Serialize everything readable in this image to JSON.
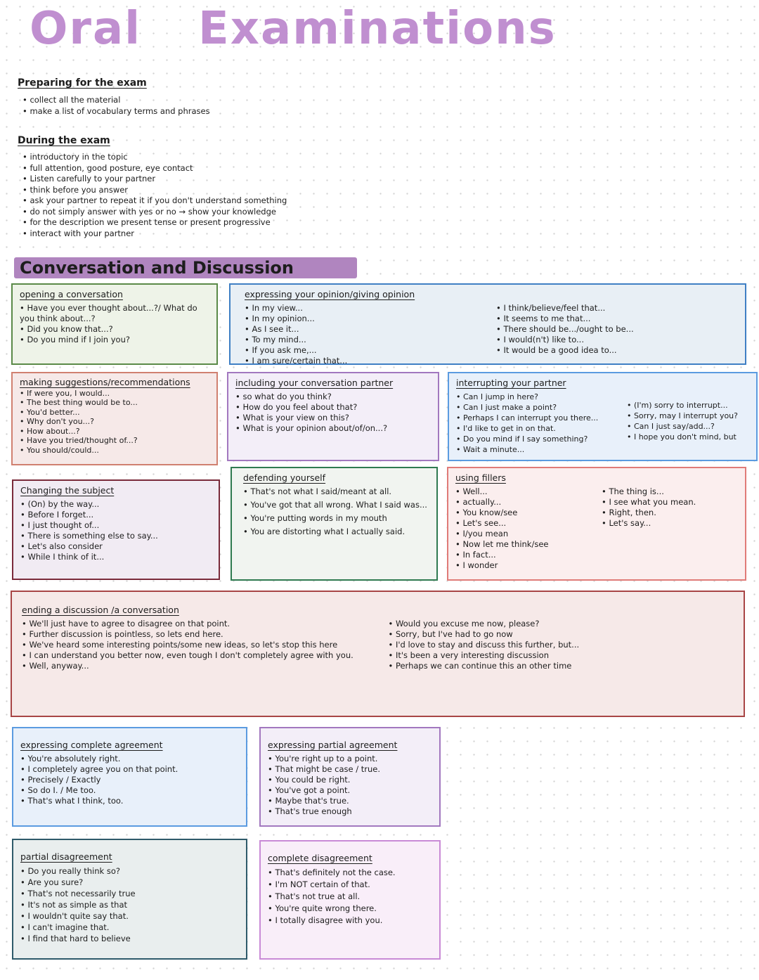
{
  "title": {
    "word1": "Oral",
    "word2": "Examinations"
  },
  "preparing": {
    "heading": "Preparing for the exam",
    "items": [
      "collect all the material",
      "make a list of vocabulary terms and phrases"
    ]
  },
  "during": {
    "heading": "During the exam",
    "items": [
      "introductory in the topic",
      "full attention, good posture, eye contact",
      "Listen carefully to your partner",
      "think before you answer",
      "ask your partner to repeat it if you don't understand something",
      "do not simply answer with yes or no → show your knowledge",
      "for the description we present tense or present progressive",
      "interact with your partner"
    ]
  },
  "banner": "Conversation and Discussion",
  "colors": {
    "title": "#c08fd0",
    "banner": "#b085bf",
    "green_border": "#5a8a48",
    "green_bg": "#eef3e8",
    "blue_border": "#3f7fc4",
    "blue_bg": "#e8eff5",
    "red_border": "#a84545",
    "red_bg": "#f6e9e8",
    "purple_border": "#a278bf",
    "purple_bg": "#f3eef8",
    "darkred_border": "#7a2a3a",
    "pink_border": "#c98ad6",
    "pink_bg": "#f9eef9",
    "gray_bg": "#e9eeee"
  },
  "boxes": {
    "opening": {
      "title": "opening a conversation",
      "items": [
        "Have you ever thought about...?/ What do you think about...?",
        "Did you know that...?",
        "Do you mind if I join you?"
      ]
    },
    "expressing_opinion": {
      "title": "expressing your opinion/giving opinion",
      "col1": [
        "In my view...",
        "In my opinion...",
        "As I see it...",
        "To my mind...",
        "If you ask me,...",
        "I am sure/certain that..."
      ],
      "col2": [
        "I think/believe/feel that...",
        "It seems to me that...",
        "There should be.../ought to be...",
        "I would(n't) like to...",
        "It would be a good idea to..."
      ]
    },
    "suggestions": {
      "title": "making suggestions/recommendations",
      "items": [
        "If were you, I would...",
        "The best thing would be to...",
        "You'd better...",
        "Why don't you...?",
        "How about...?",
        "Have you tried/thought of...?",
        "You should/could..."
      ]
    },
    "including": {
      "title": "including your conversation partner",
      "items": [
        "so what do you think?",
        "How do you feel about that?",
        "What is your view on this?",
        "What is your opinion about/of/on...?"
      ]
    },
    "interrupting": {
      "title": "interrupting your partner",
      "col1": [
        "Can I jump in here?",
        "Can I just make a point?",
        "Perhaps I can interrupt you there...",
        "I'd like to get in on that.",
        "Do you mind if I say something?",
        "Wait a minute..."
      ],
      "col2": [
        "(I'm) sorry to interrupt...",
        "Sorry, may I interrupt you?",
        "Can I just say/add...?",
        "I hope you don't mind, but"
      ]
    },
    "changing": {
      "title": "Changing the subject",
      "items": [
        "(On) by the way...",
        "Before I forget...",
        "I just thought of...",
        "There is something else to say...",
        "Let's also consider",
        "While I think of it..."
      ]
    },
    "defending": {
      "title": "defending yourself",
      "items": [
        "That's not what I said/meant at all.",
        "You've got that all wrong. What I said was...",
        "You're putting words in my mouth",
        "You are distorting what I actually said."
      ]
    },
    "fillers": {
      "title": "using fillers",
      "col1": [
        "Well...",
        "actually...",
        "You know/see",
        "Let's see...",
        "I/you mean",
        "Now let me think/see",
        "In fact...",
        "I wonder"
      ],
      "col2": [
        "The thing is...",
        "I see what you mean.",
        "Right, then.",
        "Let's say..."
      ]
    },
    "ending": {
      "title": "ending a discussion /a conversation",
      "col1": [
        "We'll just have to agree to disagree on that point.",
        "Further discussion is pointless, so lets end here.",
        "We've heard some interesting points/some new ideas, so let's stop this here",
        "I can understand you better now, even tough I don't completely agree with you.",
        "Well, anyway..."
      ],
      "col2": [
        "Would you excuse me now, please?",
        "Sorry, but I've had to go now",
        "I'd love to stay and discuss this further, but...",
        "It's been a very interesting discussion",
        "Perhaps we can continue this an other time"
      ]
    },
    "complete_agreement": {
      "title": "expressing complete agreement",
      "items": [
        "You're absolutely right.",
        "I completely agree you on that point.",
        "Precisely / Exactly",
        "So do I. / Me too.",
        "That's what I think, too."
      ]
    },
    "partial_agreement": {
      "title": "expressing partial agreement",
      "items": [
        "You're right up to a point.",
        "That might be case / true.",
        "You could be right.",
        "You've got a point.",
        "Maybe that's true.",
        "That's true enough"
      ]
    },
    "partial_disagreement": {
      "title": "partial disagreement",
      "items": [
        "Do you really think so?",
        "Are you sure?",
        "That's not necessarily true",
        "It's not as simple as that",
        "I wouldn't quite say that.",
        "I can't imagine that.",
        "I find that hard to believe"
      ]
    },
    "complete_disagreement": {
      "title": "complete disagreement",
      "items": [
        "That's definitely not the case.",
        "I'm NOT certain of that.",
        "That's not true at all.",
        "You're quite wrong there.",
        "I totally disagree with you."
      ]
    }
  }
}
